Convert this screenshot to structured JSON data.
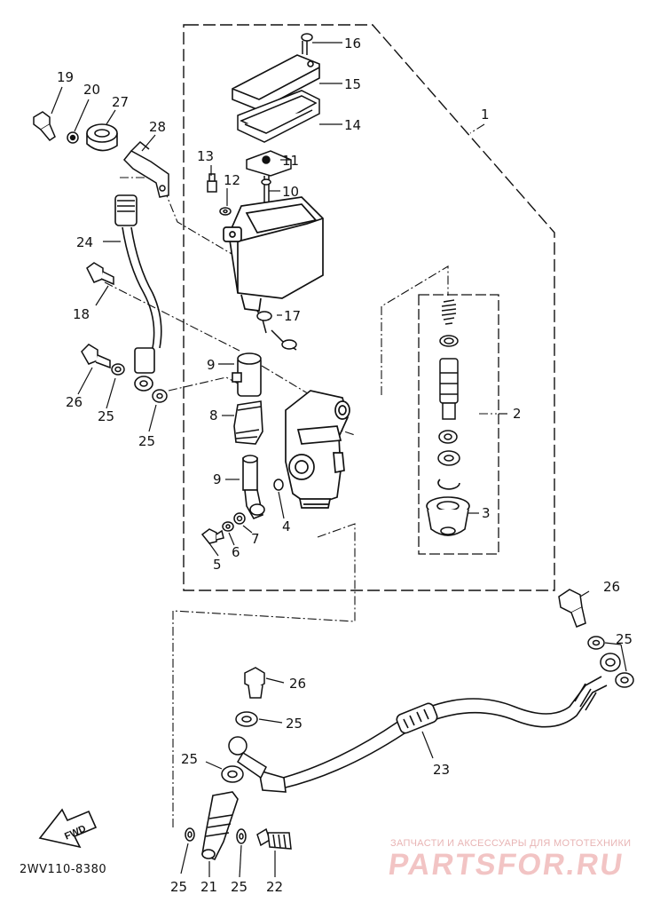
{
  "diagram_code": "2WV110-8380",
  "watermark": {
    "subtitle": "ЗАПЧАСТИ И АКСЕССУАРЫ ДЛЯ МОТОТЕХНИКИ",
    "brand": "PARTSFOR.RU"
  },
  "fwd_label": "FWD",
  "callouts": {
    "c1": "1",
    "c2": "2",
    "c3": "3",
    "c4": "4",
    "c5": "5",
    "c6": "6",
    "c7": "7",
    "c8": "8",
    "c9a": "9",
    "c9b": "9",
    "c10": "10",
    "c11": "11",
    "c12": "12",
    "c13": "13",
    "c14": "14",
    "c15": "15",
    "c16": "16",
    "c17": "17",
    "c18": "18",
    "c19": "19",
    "c20": "20",
    "c21": "21",
    "c22": "22",
    "c23": "23",
    "c24": "24",
    "c25a": "25",
    "c25b": "25",
    "c25c": "25",
    "c25d": "25",
    "c25e": "25",
    "c25f": "25",
    "c25g": "25",
    "c26a": "26",
    "c26b": "26",
    "c26c": "26",
    "c27": "27",
    "c28": "28"
  }
}
